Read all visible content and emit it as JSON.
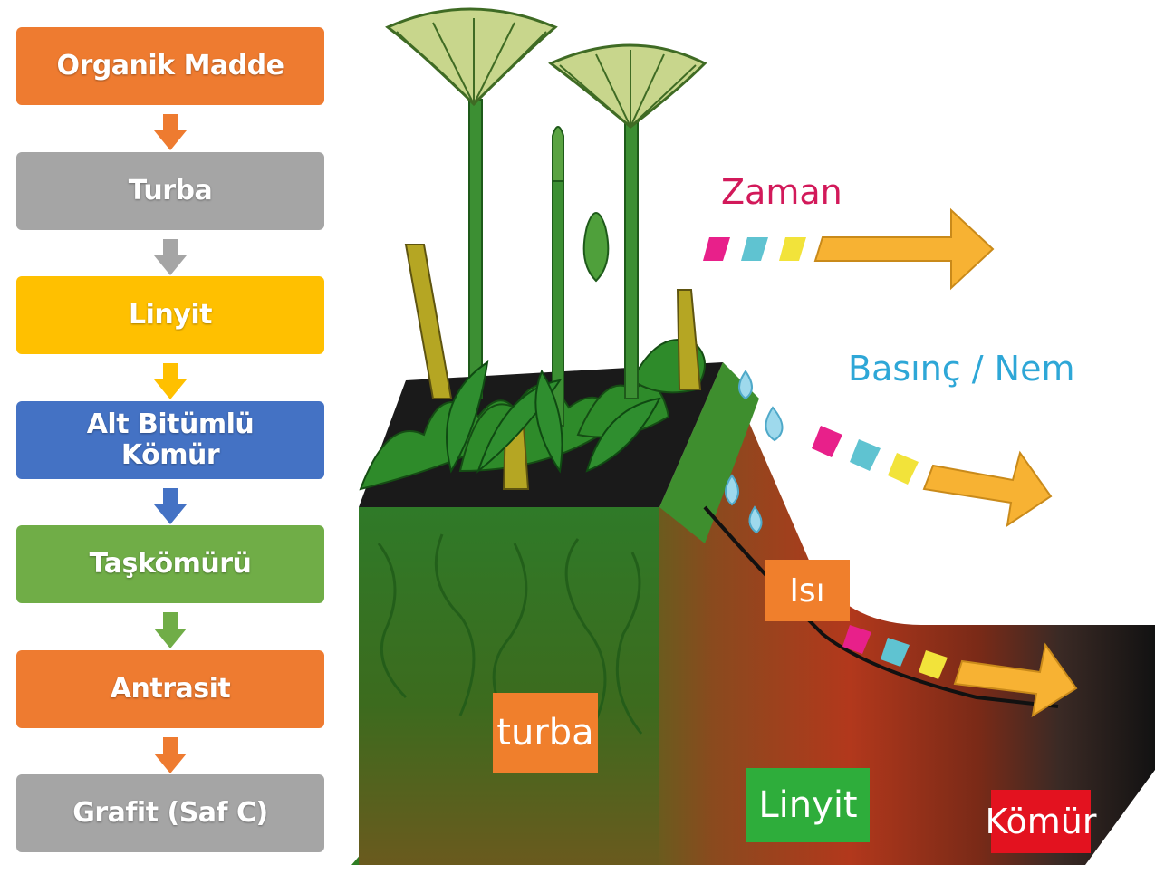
{
  "flow": {
    "steps": [
      {
        "label": "Organik Madde",
        "color": "#EE7B30"
      },
      {
        "label": "Turba",
        "color": "#A5A5A5"
      },
      {
        "label": "Linyit",
        "color": "#FFC000"
      },
      {
        "label_line1": "Alt Bitümlü",
        "label_line2": "Kömür",
        "color": "#4472C4"
      },
      {
        "label": "Taşkömürü",
        "color": "#70AD47"
      },
      {
        "label": "Antrasit",
        "color": "#EE7B30"
      },
      {
        "label": "Grafit (Saf C)",
        "color": "#A5A5A5"
      }
    ]
  },
  "scene": {
    "zaman_label": "Zaman",
    "basinc_label": "Basınç / Nem",
    "isi_label": "Isı",
    "turba_label": "turba",
    "linyit_label": "Linyit",
    "komur_label": "Kömür"
  },
  "colors": {
    "zaman": "#D2195A",
    "basinc": "#2EA7D7",
    "arrow_fill": "#F7B233",
    "swatch_pink": "#E8208A",
    "swatch_teal": "#5FC3D1",
    "swatch_yellow": "#F2E33A"
  }
}
